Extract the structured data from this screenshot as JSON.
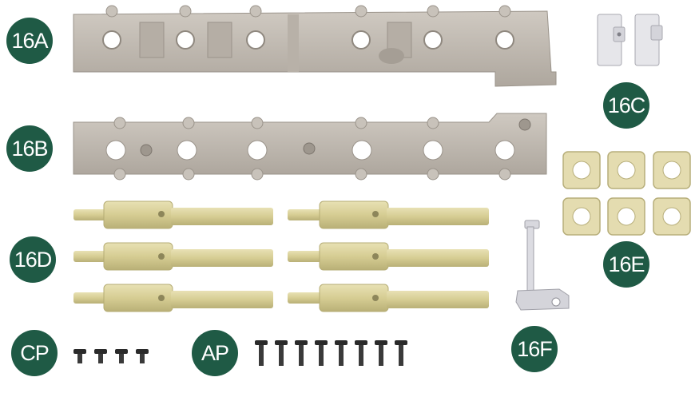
{
  "labels": {
    "l16a": "16A",
    "l16b": "16B",
    "l16c": "16C",
    "l16d": "16D",
    "l16e": "16E",
    "l16f": "16F",
    "cp": "CP",
    "ap": "AP"
  },
  "colors": {
    "badge": "#1f5a45",
    "grey_part": "#c2bcb4",
    "yellow_part": "#d8d09a",
    "screw": "#2a2a2a",
    "clip": "#e6e6ea"
  },
  "counts": {
    "cp_screws": 4,
    "ap_screws": 8,
    "rods": 6,
    "gaskets": 6,
    "clips": 2
  }
}
